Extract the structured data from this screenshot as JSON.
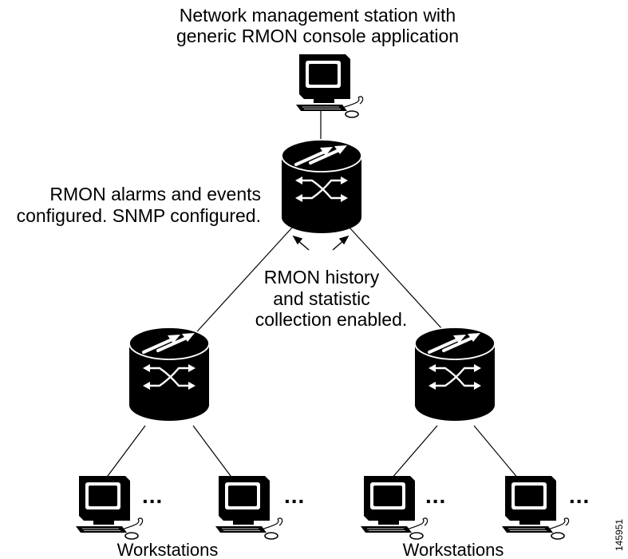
{
  "nms": {
    "line1": "Network management station with",
    "line2": "generic RMON console application"
  },
  "core_switch_note": {
    "line1": "RMON alarms and events",
    "line2": "configured. SNMP configured."
  },
  "collection_note": {
    "line1": "RMON history",
    "line2": "and statistic",
    "line3": "collection enabled."
  },
  "workstation_groups": [
    {
      "label": "Workstations",
      "ellipsis": "..."
    },
    {
      "label": "Workstations",
      "ellipsis": "..."
    }
  ],
  "figure_id": "145951",
  "colors": {
    "device": "#000000",
    "background": "#ffffff",
    "line": "#000000"
  }
}
